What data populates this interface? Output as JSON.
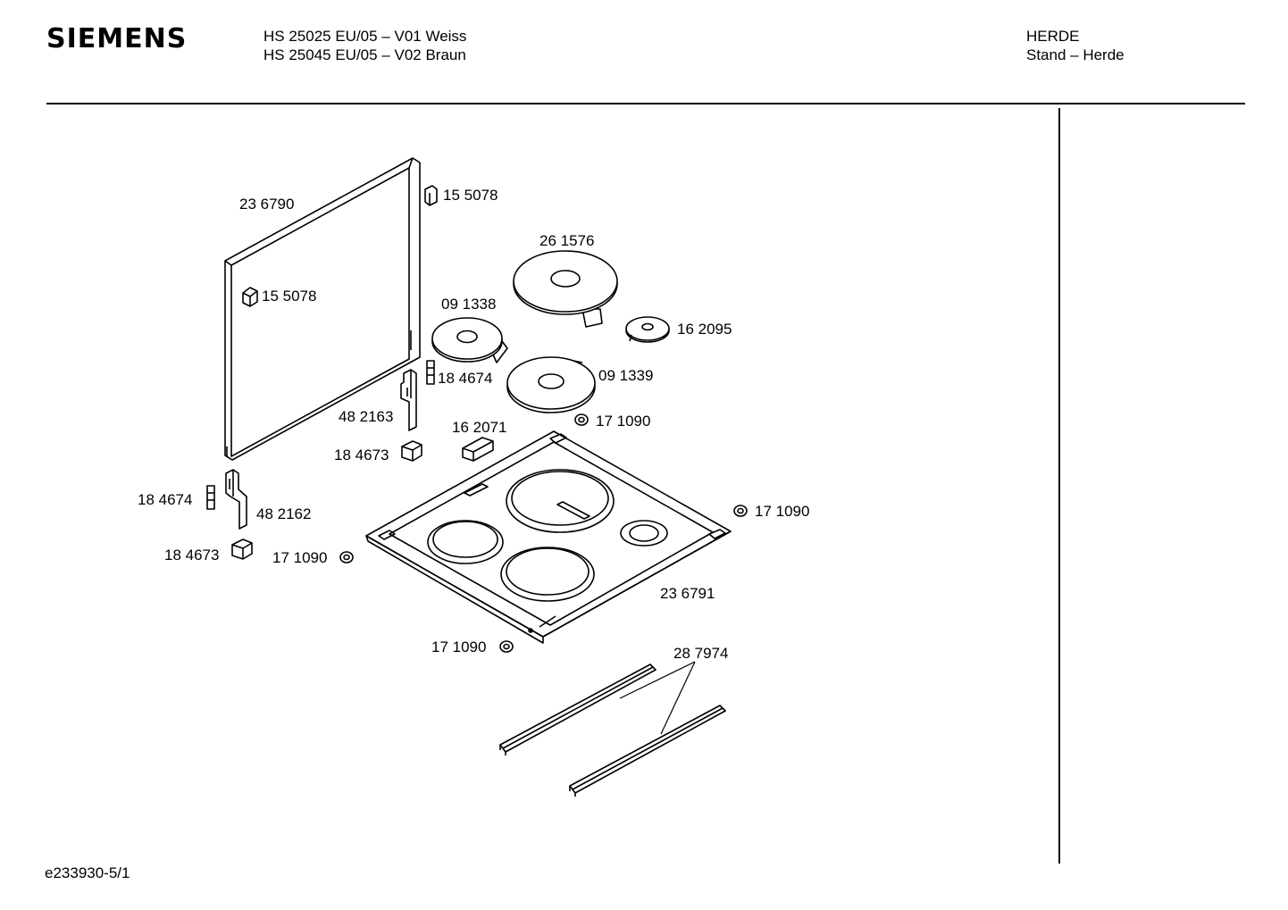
{
  "header": {
    "brand": "SIEMENS",
    "model_line_1": "HS 25025 EU/05 – V01 Weiss",
    "model_line_2": "HS 25045 EU/05 – V02 Braun",
    "category_line_1": "HERDE",
    "category_line_2": "Stand – Herde"
  },
  "footer": {
    "code": "e233930-5/1"
  },
  "parts": {
    "p236790": "23 6790",
    "p155078a": "15 5078",
    "p155078b": "15 5078",
    "p261576": "26 1576",
    "p091338": "09 1338",
    "p162095": "16 2095",
    "p184674a": "18 4674",
    "p091339": "09 1339",
    "p482163": "48 2163",
    "p171090a": "17 1090",
    "p162071": "16 2071",
    "p184673a": "18 4673",
    "p184674b": "18 4674",
    "p482162": "48 2162",
    "p171090b": "17 1090",
    "p184673b": "18 4673",
    "p171090c": "17 1090",
    "p236791": "23 6791",
    "p171090d": "17 1090",
    "p287974": "28 7974"
  }
}
